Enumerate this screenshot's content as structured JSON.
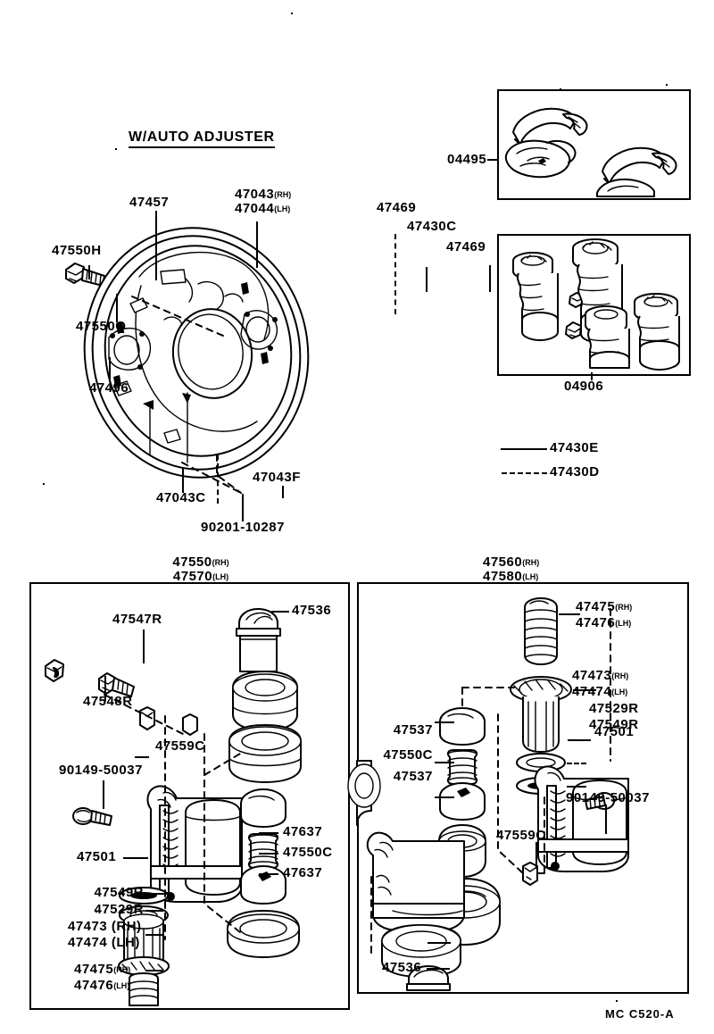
{
  "meta": {
    "sheet_code": "MC C520-A",
    "section_title": "W/AUTO ADJUSTER"
  },
  "main_diagram": {
    "name": "rear-drum-brake-backing-plate-assembly",
    "labels": [
      {
        "id": "l-47457",
        "text": "47457",
        "suffix": ""
      },
      {
        "id": "l-47043",
        "text": "47043",
        "suffix": "(RH)"
      },
      {
        "id": "l-47044",
        "text": "47044",
        "suffix": "(LH)"
      },
      {
        "id": "l-47469a",
        "text": "47469",
        "suffix": ""
      },
      {
        "id": "l-47430C",
        "text": "47430C",
        "suffix": ""
      },
      {
        "id": "l-47469b",
        "text": "47469",
        "suffix": ""
      },
      {
        "id": "l-47550H",
        "text": "47550H",
        "suffix": ""
      },
      {
        "id": "l-47550Q",
        "text": "47550Q",
        "suffix": ""
      },
      {
        "id": "l-47496",
        "text": "47496",
        "suffix": ""
      },
      {
        "id": "l-47043C",
        "text": "47043C",
        "suffix": ""
      },
      {
        "id": "l-47043F",
        "text": "47043F",
        "suffix": ""
      },
      {
        "id": "l-90201",
        "text": "90201-10287",
        "suffix": ""
      },
      {
        "id": "l-47430E",
        "text": "47430E",
        "suffix": ""
      },
      {
        "id": "l-47430D",
        "text": "47430D",
        "suffix": ""
      }
    ]
  },
  "inset_top": {
    "name": "shoe-hold-down-cup-kit-inset",
    "label": "04495"
  },
  "inset_bottom": {
    "name": "wheel-cylinder-repair-kit-inset",
    "label": "04906"
  },
  "panel_left": {
    "name": "front-wheel-cylinder-exploded-panel",
    "header": [
      {
        "text": "47550",
        "suffix": "(RH)"
      },
      {
        "text": "47570",
        "suffix": "(LH)"
      }
    ],
    "labels": [
      {
        "id": "pl-47536",
        "text": "47536",
        "suffix": ""
      },
      {
        "id": "pl-47547R",
        "text": "47547R",
        "suffix": ""
      },
      {
        "id": "pl-47548R",
        "text": "47548R",
        "suffix": ""
      },
      {
        "id": "pl-47559C",
        "text": "47559C",
        "suffix": ""
      },
      {
        "id": "pl-90149",
        "text": "90149-50037",
        "suffix": ""
      },
      {
        "id": "pl-47501",
        "text": "47501",
        "suffix": ""
      },
      {
        "id": "pl-47637a",
        "text": "47637",
        "suffix": ""
      },
      {
        "id": "pl-47550C",
        "text": "47550C",
        "suffix": ""
      },
      {
        "id": "pl-47637b",
        "text": "47637",
        "suffix": ""
      },
      {
        "id": "pl-47549R",
        "text": "47549R",
        "suffix": ""
      },
      {
        "id": "pl-47529R",
        "text": "47529R",
        "suffix": ""
      },
      {
        "id": "pl-47473",
        "text": "47473",
        "suffix": " (RH)"
      },
      {
        "id": "pl-47474",
        "text": "47474",
        "suffix": " (LH)"
      },
      {
        "id": "pl-47475",
        "text": "47475",
        "suffix": "(RH)"
      },
      {
        "id": "pl-47476",
        "text": "47476",
        "suffix": "(LH)"
      }
    ]
  },
  "panel_right": {
    "name": "rear-wheel-cylinder-exploded-panel",
    "header": [
      {
        "text": "47560",
        "suffix": "(RH)"
      },
      {
        "text": "47580",
        "suffix": "(LH)"
      }
    ],
    "labels": [
      {
        "id": "pr-47475",
        "text": "47475",
        "suffix": "(RH)"
      },
      {
        "id": "pr-47476",
        "text": "47476",
        "suffix": "(LH)"
      },
      {
        "id": "pr-47473",
        "text": "47473",
        "suffix": "(RH)"
      },
      {
        "id": "pr-47474",
        "text": "47474",
        "suffix": "(LH)"
      },
      {
        "id": "pr-47529R",
        "text": "47529R",
        "suffix": ""
      },
      {
        "id": "pr-47549R",
        "text": "47549R",
        "suffix": ""
      },
      {
        "id": "pr-47537a",
        "text": "47537",
        "suffix": ""
      },
      {
        "id": "pr-47550C",
        "text": "47550C",
        "suffix": ""
      },
      {
        "id": "pr-47537b",
        "text": "47537",
        "suffix": ""
      },
      {
        "id": "pr-47501",
        "text": "47501",
        "suffix": ""
      },
      {
        "id": "pr-90149",
        "text": "90149-50037",
        "suffix": ""
      },
      {
        "id": "pr-47559C",
        "text": "47559C",
        "suffix": ""
      },
      {
        "id": "pr-47536",
        "text": "47536",
        "suffix": ""
      }
    ]
  },
  "colors": {
    "ink": "#000000",
    "paper": "#ffffff"
  }
}
